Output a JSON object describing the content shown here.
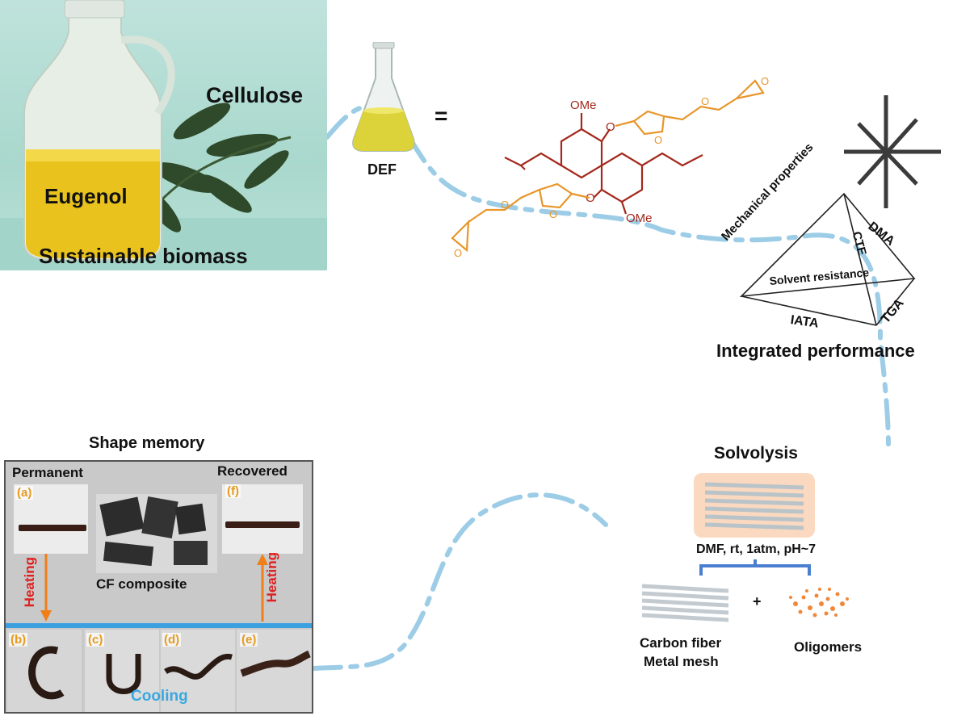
{
  "biomass": {
    "cellulose": "Cellulose",
    "eugenol": "Eugenol",
    "sustainable": "Sustainable biomass"
  },
  "def": {
    "label": "DEF",
    "equals": "="
  },
  "molecule": {
    "ome_top": "OMe",
    "ome_bottom": "OMe"
  },
  "performance": {
    "title": "Integrated performance",
    "edges": {
      "mechanical": "Mechanical properties",
      "dma": "DMA",
      "cte": "CTE",
      "solvent": "Solvent resistance",
      "iata": "IATA",
      "tga": "TGA"
    }
  },
  "solvolysis": {
    "title": "Solvolysis",
    "conditions": "DMF, rt, 1atm, pH~7",
    "plus": "+",
    "product1_line1": "Carbon fiber",
    "product1_line2": "Metal mesh",
    "product2": "Oligomers"
  },
  "shape_memory": {
    "title": "Shape memory",
    "permanent": "Permanent",
    "recovered": "Recovered",
    "heating_left": "Heating",
    "heating_right": "Heating",
    "cf_composite": "CF composite",
    "cooling": "Cooling",
    "letters": {
      "a": "(a)",
      "b": "(b)",
      "c": "(c)",
      "d": "(d)",
      "e": "(e)",
      "f": "(f)"
    }
  },
  "colors": {
    "dashed_path": "#9dcde6",
    "orange_molecule": "#e8962a",
    "red_molecule": "#a4281c",
    "heating_arrow": "#f07f1a",
    "cooling_text": "#3aa8e0",
    "bracket": "#4a7fd0"
  }
}
